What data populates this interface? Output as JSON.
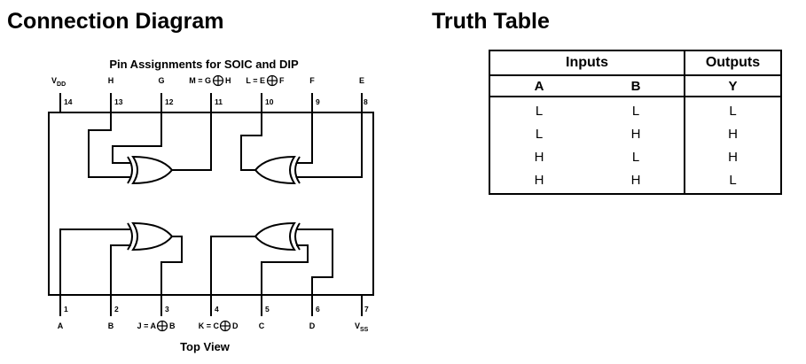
{
  "connection_diagram": {
    "title": "Connection Diagram",
    "subtitle": "Pin Assignments for SOIC and DIP",
    "footer": "Top View",
    "top_pins": [
      {
        "number": "14",
        "label": "V",
        "label_sub": "DD"
      },
      {
        "number": "13",
        "label": "H"
      },
      {
        "number": "12",
        "label": "G"
      },
      {
        "number": "11",
        "label": "M = G",
        "label_post": "H"
      },
      {
        "number": "10",
        "label": "L = E",
        "label_post": "F"
      },
      {
        "number": "9",
        "label": "F"
      },
      {
        "number": "8",
        "label": "E"
      }
    ],
    "bottom_pins": [
      {
        "number": "1",
        "label": "A"
      },
      {
        "number": "2",
        "label": "B"
      },
      {
        "number": "3",
        "label": "J = A",
        "label_post": "B"
      },
      {
        "number": "4",
        "label": "K = C",
        "label_post": "D"
      },
      {
        "number": "5",
        "label": "C"
      },
      {
        "number": "6",
        "label": "D"
      },
      {
        "number": "7",
        "label": "V",
        "label_sub": "SS"
      }
    ],
    "xor_symbol": "⊕"
  },
  "truth_table": {
    "title": "Truth Table",
    "group_headers": {
      "inputs": "Inputs",
      "outputs": "Outputs"
    },
    "columns": [
      "A",
      "B",
      "Y"
    ],
    "rows": [
      [
        "L",
        "L",
        "L"
      ],
      [
        "L",
        "H",
        "H"
      ],
      [
        "H",
        "L",
        "H"
      ],
      [
        "H",
        "H",
        "L"
      ]
    ]
  }
}
